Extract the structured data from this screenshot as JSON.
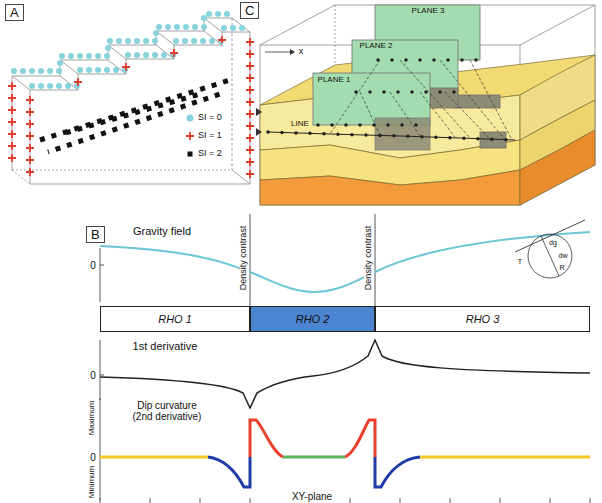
{
  "diagram": {
    "nodes": [
      {
        "text": [
          "A"
        ]
      },
      {
        "text": [
          "C"
        ]
      },
      {
        "text": [
          "B"
        ]
      },
      {
        "text": [
          "RHO 1"
        ]
      },
      {
        "text": [
          "RHO 2"
        ]
      },
      {
        "text": [
          "RHO 3"
        ]
      }
    ],
    "labels": [
      "PLANE 3",
      "PLANE 2",
      "PLANE 1",
      "LINE",
      "x",
      "Gravity field",
      "0",
      "Density contrast",
      "Density contrast",
      "T",
      "dg",
      "dw",
      "R",
      "1st derivative",
      "0",
      "Dip curvature (2nd derivative)",
      "Maximum",
      "0",
      "Minimum",
      "XY-plane"
    ],
    "legend": [
      {
        "text": "SI = 0"
      },
      {
        "text": "SI = 1"
      },
      {
        "text": "SI = 2"
      }
    ]
  }
}
